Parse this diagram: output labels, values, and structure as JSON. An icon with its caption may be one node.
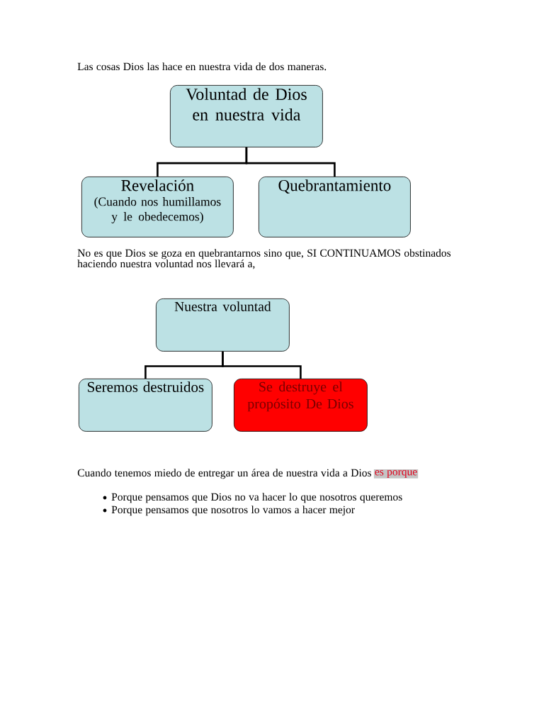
{
  "diagram": {
    "nodes": [
      {
        "text": [
          "Voluntad de Dios en nuestra vida"
        ]
      },
      {
        "text": [
          "Revelación",
          "(Cuando nos humillamos y le obedecemos)"
        ]
      },
      {
        "text": [
          "Quebrantamiento"
        ]
      },
      {
        "text": [
          "Nuestra voluntad"
        ]
      },
      {
        "text": [
          "Seremos destruidos"
        ]
      },
      {
        "text": [
          "Se destruye el propósito De Dios"
        ]
      }
    ],
    "edges": [
      {
        "from": 0,
        "to": 1,
        "arrow": "none"
      },
      {
        "from": 0,
        "to": 2,
        "arrow": "none"
      },
      {
        "from": 3,
        "to": 4,
        "arrow": "none"
      },
      {
        "from": 3,
        "to": 5,
        "arrow": "none"
      }
    ],
    "labels": [
      "Las cosas Dios las hace en nuestra vida de dos maneras.",
      "No es que Dios se goza en quebrantarnos sino que, SI CONTINUAMOS obstinados haciendo nuestra voluntad nos llevará a,",
      "Cuando tenemos miedo de entregar un área de nuestra vida a Dios",
      "es porque",
      "Porque pensamos que Dios no va hacer lo que nosotros queremos",
      "Porque pensamos que nosotros lo vamos a hacer mejor"
    ]
  }
}
